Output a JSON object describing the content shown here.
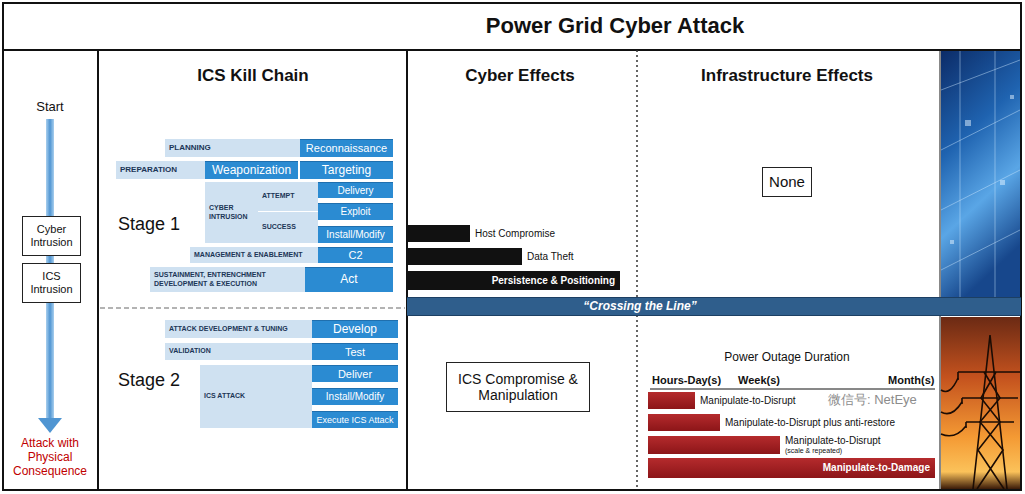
{
  "diagram": {
    "title": "Power Grid Cyber Attack",
    "nodes": [
      {
        "text": [
          "Cyber Intrusion"
        ]
      },
      {
        "text": [
          "ICS Intrusion"
        ]
      },
      {
        "text": [
          "PLANNING"
        ]
      },
      {
        "text": [
          "Reconnaissance"
        ]
      },
      {
        "text": [
          "PREPARATION"
        ]
      },
      {
        "text": [
          "Weaponization"
        ]
      },
      {
        "text": [
          "Targeting"
        ]
      },
      {
        "text": [
          "CYBER INTRUSION"
        ]
      },
      {
        "text": [
          "ATTEMPT"
        ]
      },
      {
        "text": [
          "Delivery"
        ]
      },
      {
        "text": [
          "Exploit"
        ]
      },
      {
        "text": [
          "SUCCESS"
        ]
      },
      {
        "text": [
          "Install/Modify"
        ]
      },
      {
        "text": [
          "MANAGEMENT & ENABLEMENT"
        ]
      },
      {
        "text": [
          "C2"
        ]
      },
      {
        "text": [
          "SUSTAINMENT, ENTRENCHMENT DEVELOPMENT & EXECUTION"
        ]
      },
      {
        "text": [
          "Act"
        ]
      },
      {
        "text": [
          "Host Compromise"
        ]
      },
      {
        "text": [
          "Data Theft"
        ]
      },
      {
        "text": [
          "Persistence & Positioning"
        ]
      },
      {
        "text": [
          "None"
        ]
      },
      {
        "text": [
          "“Crossing the Line”"
        ]
      },
      {
        "text": [
          "ATTACK DEVELOPMENT & TUNING"
        ]
      },
      {
        "text": [
          "Develop"
        ]
      },
      {
        "text": [
          "VALIDATION"
        ]
      },
      {
        "text": [
          "Test"
        ]
      },
      {
        "text": [
          "ICS ATTACK"
        ]
      },
      {
        "text": [
          "Deliver"
        ]
      },
      {
        "text": [
          "Install/Modify"
        ]
      },
      {
        "text": [
          "Execute ICS Attack"
        ]
      },
      {
        "text": [
          "ICS Compromise & Manipulation"
        ]
      },
      {
        "text": [
          "Manipulate-to-Disrupt"
        ]
      },
      {
        "text": [
          "Manipulate-to-Disrupt plus anti-restore"
        ]
      },
      {
        "text": [
          "Manipulate-to-Disrupt",
          "(scale & repeated)"
        ]
      },
      {
        "text": [
          "Manipulate-to-Damage"
        ]
      }
    ],
    "labels": [
      "Start",
      "Attack with Physical Consequence",
      "ICS Kill Chain",
      "Stage 1",
      "Stage 2",
      "Cyber Effects",
      "Infrastructure Effects",
      "Power Outage Duration",
      "Hours-Day(s)",
      "Week(s)",
      "Month(s)",
      "微信号: NetEye"
    ]
  }
}
